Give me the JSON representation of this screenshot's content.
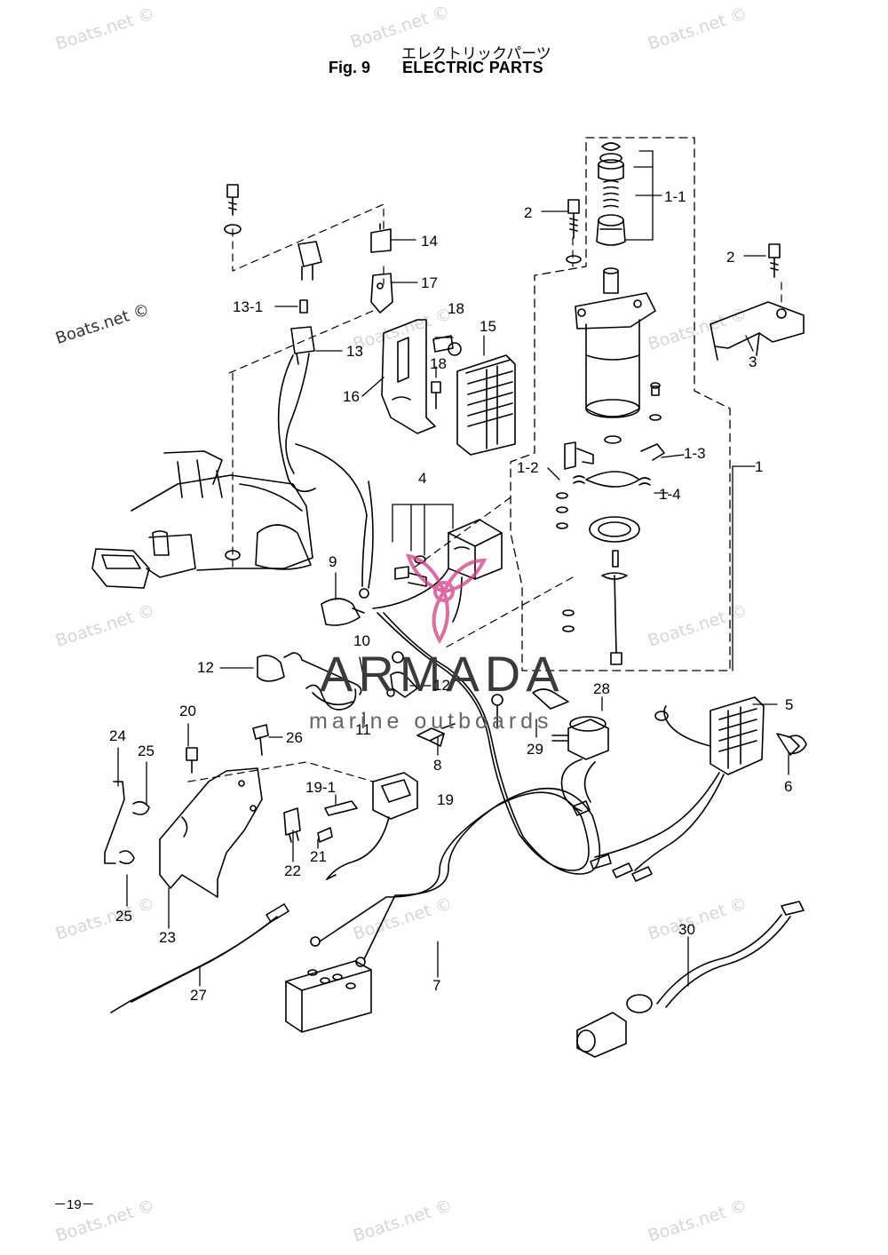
{
  "header": {
    "title_jp": "エレクトリックパーツ",
    "fig_label": "Fig. 9",
    "title_en": "ELECTRIC PARTS"
  },
  "watermark": {
    "text": "Boats.net ©"
  },
  "logo": {
    "name": "ARMADA",
    "tagline": "marine outboards",
    "accent": "#d33a83"
  },
  "callouts": {
    "c1_1": "1-1",
    "c2a": "2",
    "c2b": "2",
    "c3": "3",
    "c14": "14",
    "c17": "17",
    "c13_1": "13-1",
    "c18a": "18",
    "c18b": "18",
    "c15": "15",
    "c13": "13",
    "c16": "16",
    "c1_2": "1-2",
    "c1_3": "1-3",
    "c1": "1",
    "c1_4": "1-4",
    "c4": "4",
    "c9": "9",
    "c10": "10",
    "c12a": "12",
    "c12b": "12",
    "c11": "11",
    "c28": "28",
    "c5": "5",
    "c20": "20",
    "c26": "26",
    "c24": "24",
    "c25a": "25",
    "c8": "8",
    "c29": "29",
    "c6": "6",
    "c19_1": "19-1",
    "c19": "19",
    "c22": "22",
    "c21": "21",
    "c25b": "25",
    "c23": "23",
    "c30": "30",
    "c7": "7",
    "c27": "27"
  },
  "footer": {
    "page_number": "－19－"
  }
}
